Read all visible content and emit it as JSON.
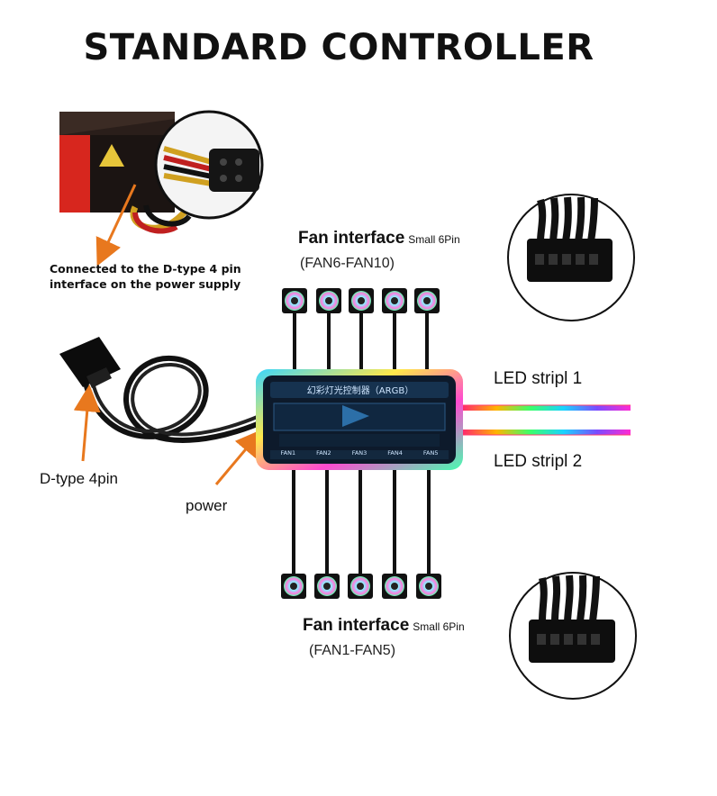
{
  "title": "STANDARD CONTROLLER",
  "psu_caption_line1": "Connected to the D-type 4 pin",
  "psu_caption_line2": "interface on the power supply",
  "fan_top": {
    "label": "Fan interface",
    "sub": "Small 6Pin",
    "range": "(FAN6-FAN10)"
  },
  "fan_bottom": {
    "label": "Fan interface",
    "sub": "Small 6Pin",
    "range": "(FAN1-FAN5)"
  },
  "led_strip_1": "LED stripl 1",
  "led_strip_2": "LED stripl 2",
  "dtype_label": "D-type 4pin",
  "power_label": "power",
  "controller": {
    "header": "幻彩灯光控制器（ARGB）",
    "ports": [
      "FAN1",
      "FAN2",
      "FAN3",
      "FAN4",
      "FAN5"
    ]
  },
  "colors": {
    "arrow": "#e8781e",
    "cable": "#111111"
  }
}
